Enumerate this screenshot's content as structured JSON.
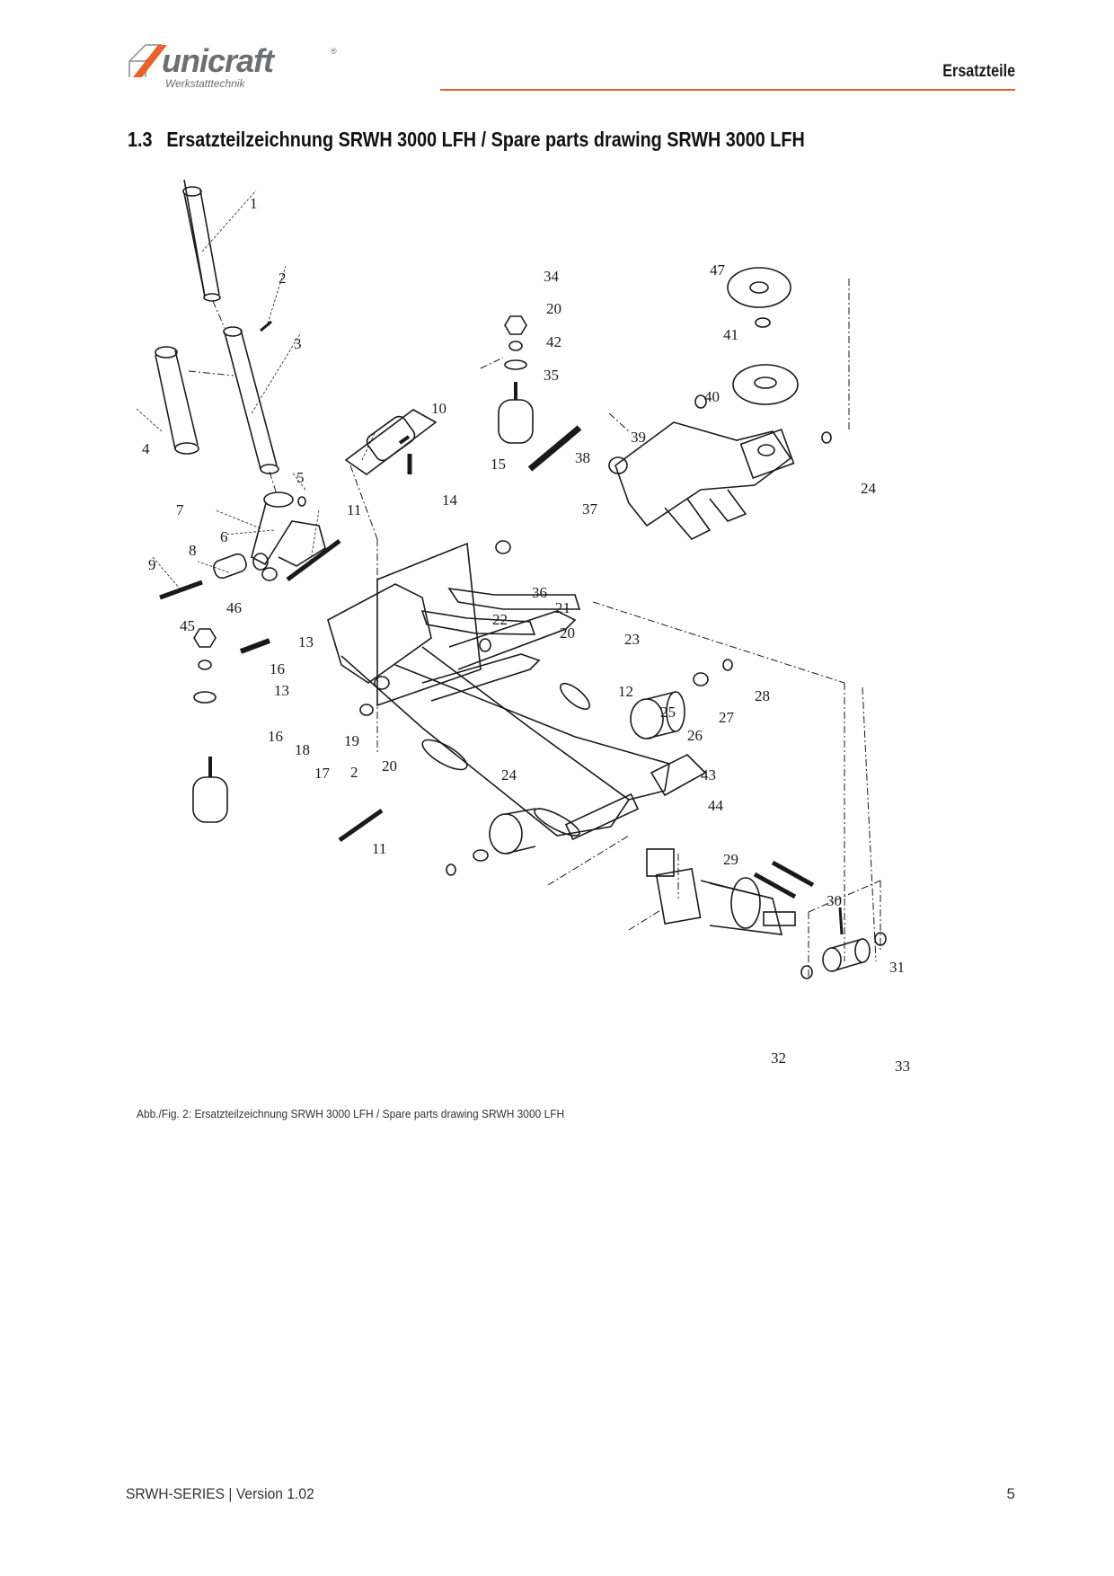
{
  "header": {
    "logo": {
      "brand": "unicraft",
      "registered_mark": "®",
      "tagline": "Werkstatttechnik",
      "brand_color": "#6d6e70",
      "accent_color": "#e8622a"
    },
    "section_label": "Ersatzteile",
    "rule_color": "#e8622a"
  },
  "title": {
    "number": "1.3",
    "text": "Ersatzteilzeichnung SRWH 3000 LFH / Spare parts drawing SRWH 3000 LFH"
  },
  "drawing": {
    "description": "Exploded spare parts drawing of hydraulic trolley jack SRWH 3000 LFH",
    "callouts": [
      "1",
      "2",
      "3",
      "4",
      "5",
      "6",
      "7",
      "8",
      "9",
      "10",
      "11",
      "11",
      "12",
      "13",
      "13",
      "14",
      "15",
      "16",
      "16",
      "17",
      "18",
      "19",
      "2",
      "20",
      "20",
      "20",
      "21",
      "22",
      "23",
      "24",
      "24",
      "25",
      "26",
      "27",
      "28",
      "29",
      "30",
      "31",
      "32",
      "33",
      "34",
      "35",
      "36",
      "37",
      "38",
      "39",
      "40",
      "41",
      "42",
      "43",
      "44",
      "45",
      "46",
      "47"
    ]
  },
  "caption": "Abb./Fig. 2: Ersatzteilzeichnung SRWH 3000 LFH / Spare parts drawing SRWH 3000 LFH",
  "footer": {
    "document": "SRWH-SERIES | Version 1.02",
    "page_number": "5"
  }
}
